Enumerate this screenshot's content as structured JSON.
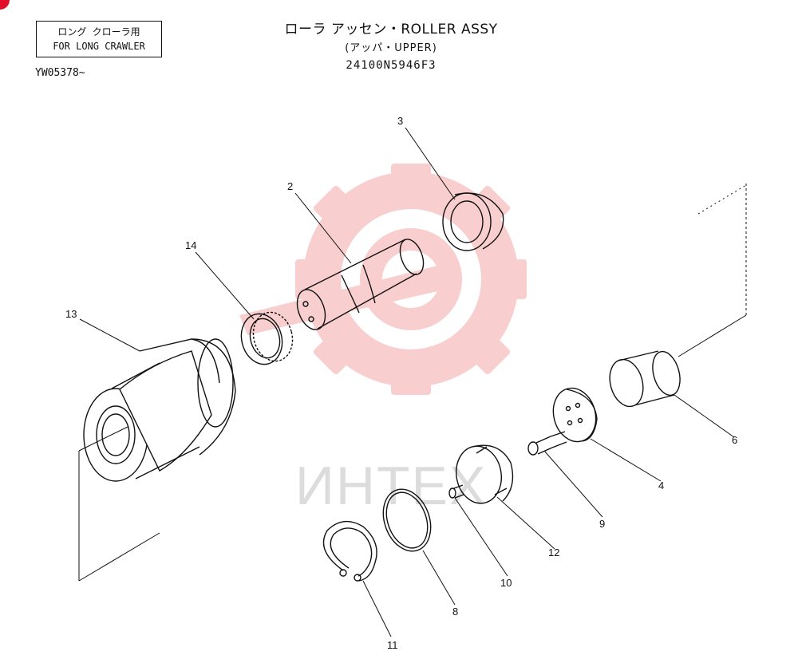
{
  "header": {
    "note_line1": "ロング クローラ用",
    "note_line2": "FOR LONG CRAWLER",
    "serial": "YW05378~",
    "title": "ローラ アッセン・ROLLER ASSY",
    "subtitle": "(アッパ・UPPER)",
    "part_number": "24100N5946F3"
  },
  "watermark": {
    "text": "ИНТЕХ",
    "color": "#f3a7a7"
  },
  "callouts": [
    "2",
    "3",
    "4",
    "6",
    "8",
    "9",
    "10",
    "11",
    "12",
    "13",
    "14"
  ]
}
